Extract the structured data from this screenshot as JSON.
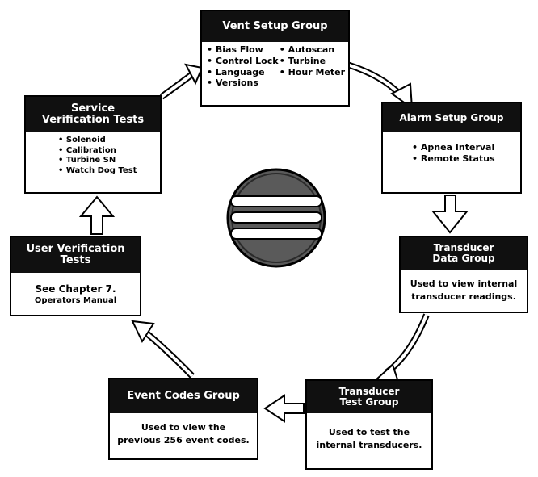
{
  "vent_setup": {
    "title": "Vent Setup Group",
    "col1": [
      "Bias Flow",
      "Control Lock",
      "Language",
      "Versions"
    ],
    "col2": [
      "Autoscan",
      "Turbine",
      "Hour Meter"
    ]
  },
  "alarm_setup": {
    "title": "Alarm Setup Group",
    "items": [
      "Apnea Interval",
      "Remote Status"
    ]
  },
  "transducer_data": {
    "title_line1": "Transducer",
    "title_line2": "Data Group",
    "desc_line1": "Used to view internal",
    "desc_line2": "transducer readings."
  },
  "transducer_test": {
    "title_line1": "Transducer",
    "title_line2": "Test Group",
    "desc_line1": "Used to test the",
    "desc_line2": "internal transducers."
  },
  "event_codes": {
    "title": "Event Codes Group",
    "desc_line1": "Used to view the",
    "desc_line2": "previous 256 event codes."
  },
  "user_verification": {
    "title_line1": "User Verification",
    "title_line2": "Tests",
    "desc_line1": "See Chapter 7.",
    "desc_line2": "Operators Manual"
  },
  "service_verification": {
    "title_line1": "Service",
    "title_line2": "Verification Tests",
    "items": [
      "Solenoid",
      "Calibration",
      "Turbine SN",
      "Watch Dog Test"
    ]
  }
}
